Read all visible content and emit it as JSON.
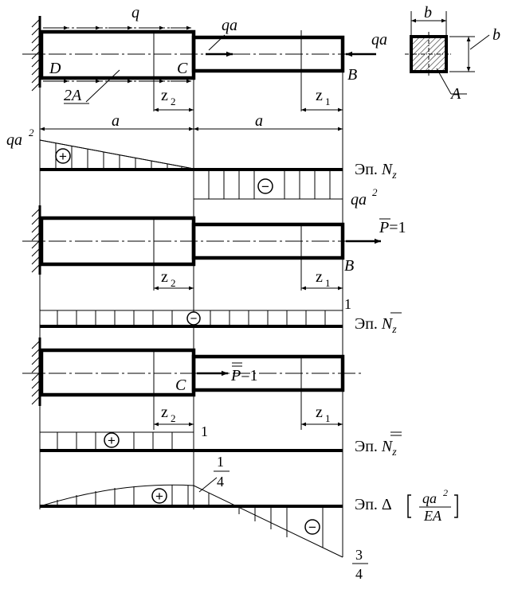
{
  "title": "",
  "labels": {
    "q": "q",
    "qa": "qa",
    "a": "a",
    "b": "b",
    "A": "A",
    "twoA": "2A",
    "D": "D",
    "C": "C",
    "B": "B",
    "z": "z",
    "sub1": "1",
    "sub2": "2",
    "qa2_base": "qa",
    "qa2_exp": "2",
    "P_unit": "P",
    "eq_one": "=1",
    "one": "1",
    "one_quarter_num": "1",
    "one_quarter_den": "4",
    "three_quarter_num": "3",
    "three_quarter_den": "4",
    "EA": "EA"
  },
  "plots": {
    "Nz": {
      "prefix": "Эп.",
      "symbol": "N",
      "sub": "z"
    },
    "Nz_bar": {
      "prefix": "Эп.",
      "symbol": "N",
      "sub": "z"
    },
    "Nz_dbar": {
      "prefix": "Эп.",
      "symbol": "N",
      "sub": "z"
    },
    "delta": {
      "prefix": "Эп.",
      "symbol": "Δ"
    }
  },
  "signs": {
    "plus": "+",
    "minus": "−"
  },
  "diagram_data": {
    "Nz": {
      "left_end": "qa²",
      "left_sign": "+",
      "right_value": "qa²",
      "right_sign": "−"
    },
    "Nz_bar": {
      "value": 1,
      "sign": "−"
    },
    "Nz_dbar": {
      "left_value": 1,
      "left_sign": "+",
      "right_value": 0
    },
    "delta": {
      "unit": "qa²/EA",
      "at_C": 0.25,
      "at_B": -0.75,
      "left_sign": "+",
      "right_sign": "−"
    }
  }
}
